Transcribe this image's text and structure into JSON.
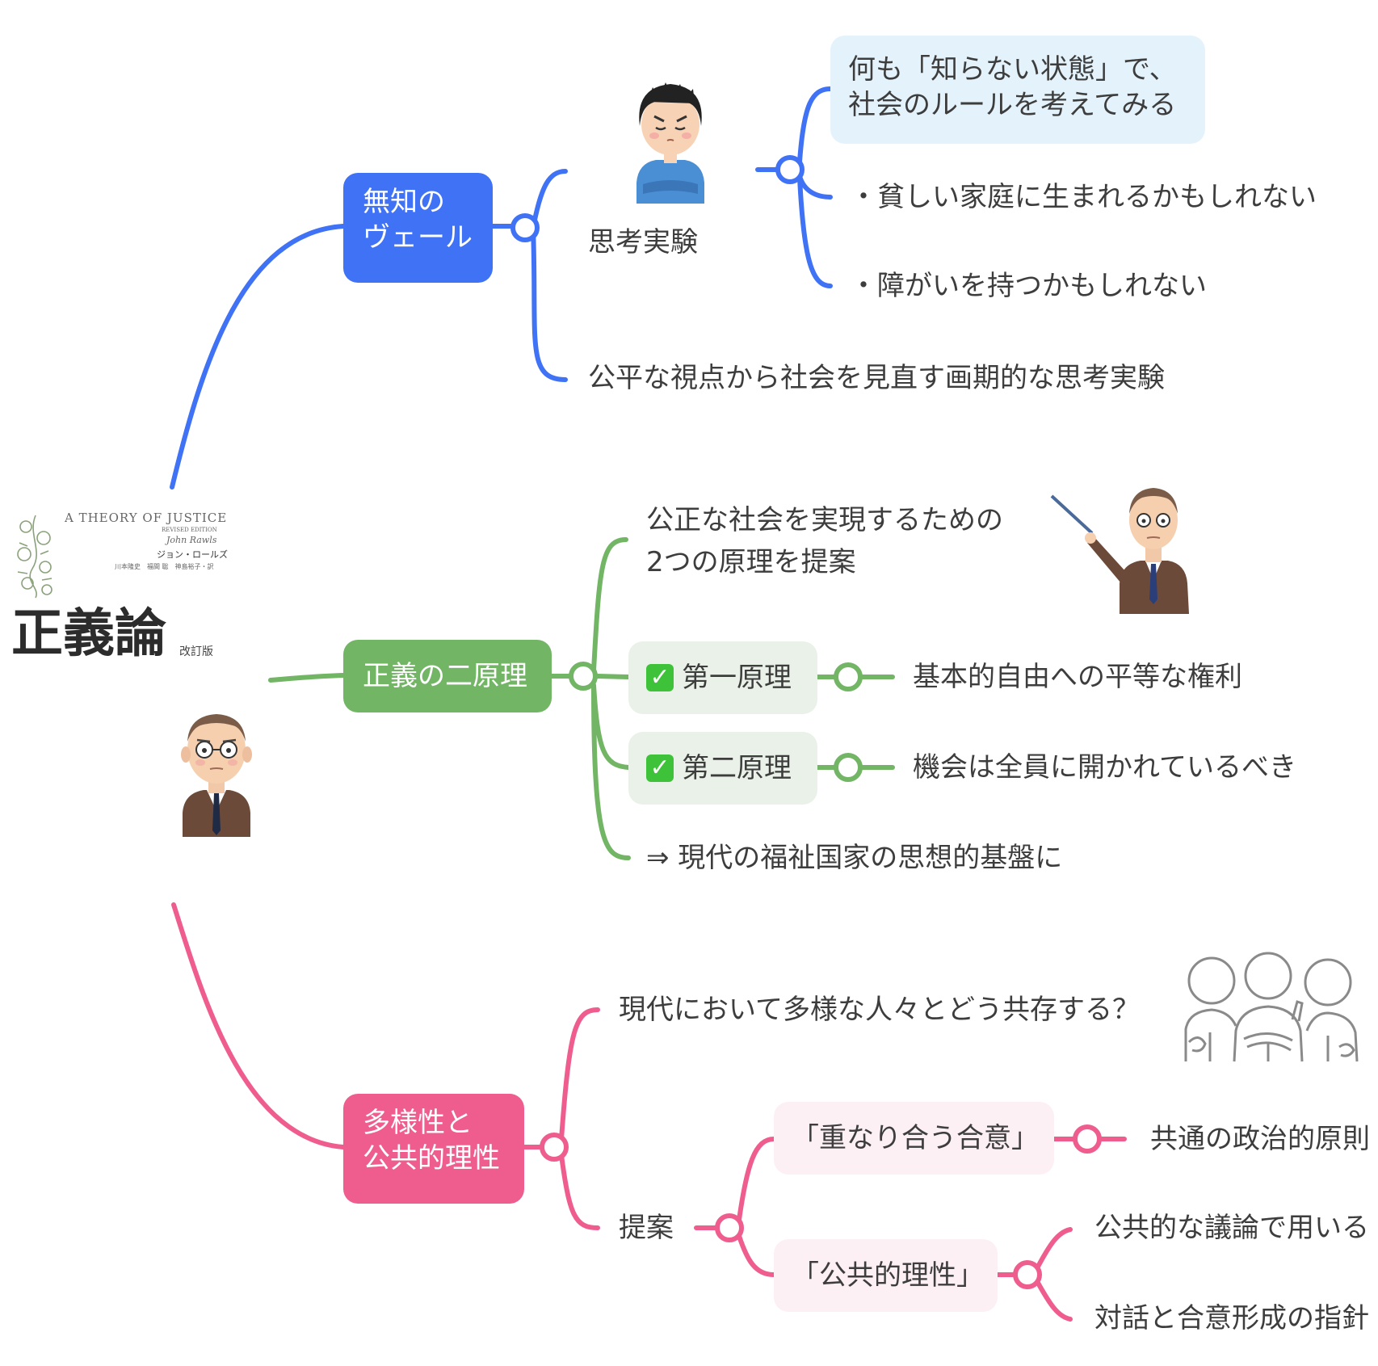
{
  "colors": {
    "blue": "#3f72f5",
    "green": "#72b565",
    "pink": "#ef5d8f",
    "blue_note_bg": "#e4f3fb",
    "green_chip_bg": "#e9f1e8",
    "pink_chip_bg": "#fdf0f4"
  },
  "book": {
    "en_title": "A THEORY OF JUSTICE",
    "edition": "REVISED EDITION",
    "author_en": "John Rawls",
    "author_ja": "ジョン・ロールズ",
    "translators": "川本隆史　福間 聡　神島裕子・訳",
    "title": "正義論",
    "title_suffix": "改訂版"
  },
  "branch_veil": {
    "title_line1": "無知の",
    "title_line2": "ヴェール",
    "thought_label": "思考実験",
    "note_line1": "何も「知らない状態」で、",
    "note_line2": "社会のルールを考えてみる",
    "item1": "・貧しい家庭に生まれるかもしれない",
    "item2": "・障がいを持つかもしれない",
    "summary": "公平な視点から社会を見直す画期的な思考実験"
  },
  "branch_principles": {
    "title": "正義の二原理",
    "intro_line1": "公正な社会を実現するための",
    "intro_line2": "2つの原理を提案",
    "p1_label": "第一原理",
    "p1_desc": "基本的自由への平等な権利",
    "p2_label": "第二原理",
    "p2_desc": "機会は全員に開かれているべき",
    "result": "⇒ 現代の福祉国家の思想的基盤に"
  },
  "branch_diversity": {
    "title_line1": "多様性と",
    "title_line2": "公共的理性",
    "question": "現代において多様な人々とどう共存する？",
    "proposal": "提案",
    "overlap": "「重なり合う合意」",
    "overlap_desc": "共通の政治的原則",
    "public_reason": "「公共的理性」",
    "pr_desc1": "公共的な議論で用いる",
    "pr_desc2": "対話と合意形成の指針"
  }
}
